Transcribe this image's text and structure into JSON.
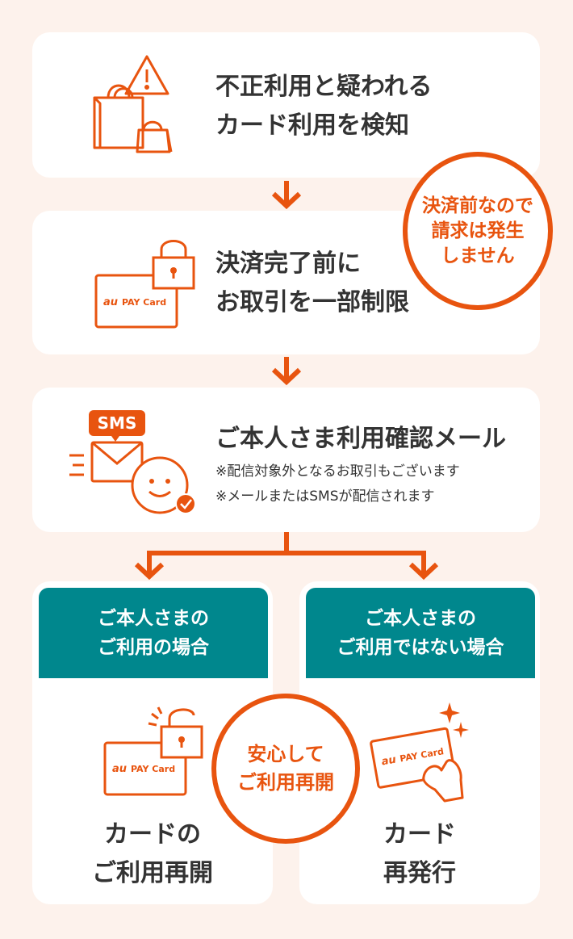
{
  "step1": {
    "title_line1": "不正利用と疑われる",
    "title_line2": "カード利用を検知"
  },
  "step2": {
    "title_line1": "決済完了前に",
    "title_line2": "お取引を一部制限"
  },
  "badge_top": {
    "line1": "決済前なので",
    "line2": "請求は発生",
    "line3": "しません"
  },
  "step3": {
    "title": "ご本人さま利用確認メール",
    "note1": "※配信対象外となるお取引もございます",
    "note2": "※メールまたはSMSが配信されます",
    "sms_label": "SMS"
  },
  "branch_left": {
    "head_line1": "ご本人さまの",
    "head_line2": "ご利用の場合",
    "result_line1": "カードの",
    "result_line2": "ご利用再開"
  },
  "branch_right": {
    "head_line1": "ご本人さまの",
    "head_line2": "ご利用ではない場合",
    "result_line1": "カード",
    "result_line2": "再発行"
  },
  "badge_mid": {
    "line1": "安心して",
    "line2": "ご利用再開"
  },
  "card_label_brand": "au",
  "card_label_text": "PAY Card",
  "colors": {
    "accent": "#e8540f",
    "teal": "#00878d",
    "background": "#fdf2ec"
  },
  "icons": [
    "shopping-bags-warning-icon",
    "card-lock-icon",
    "sms-mail-smiley-icon",
    "card-unlock-icon",
    "card-hand-sparkle-icon",
    "arrow-down-icon"
  ]
}
